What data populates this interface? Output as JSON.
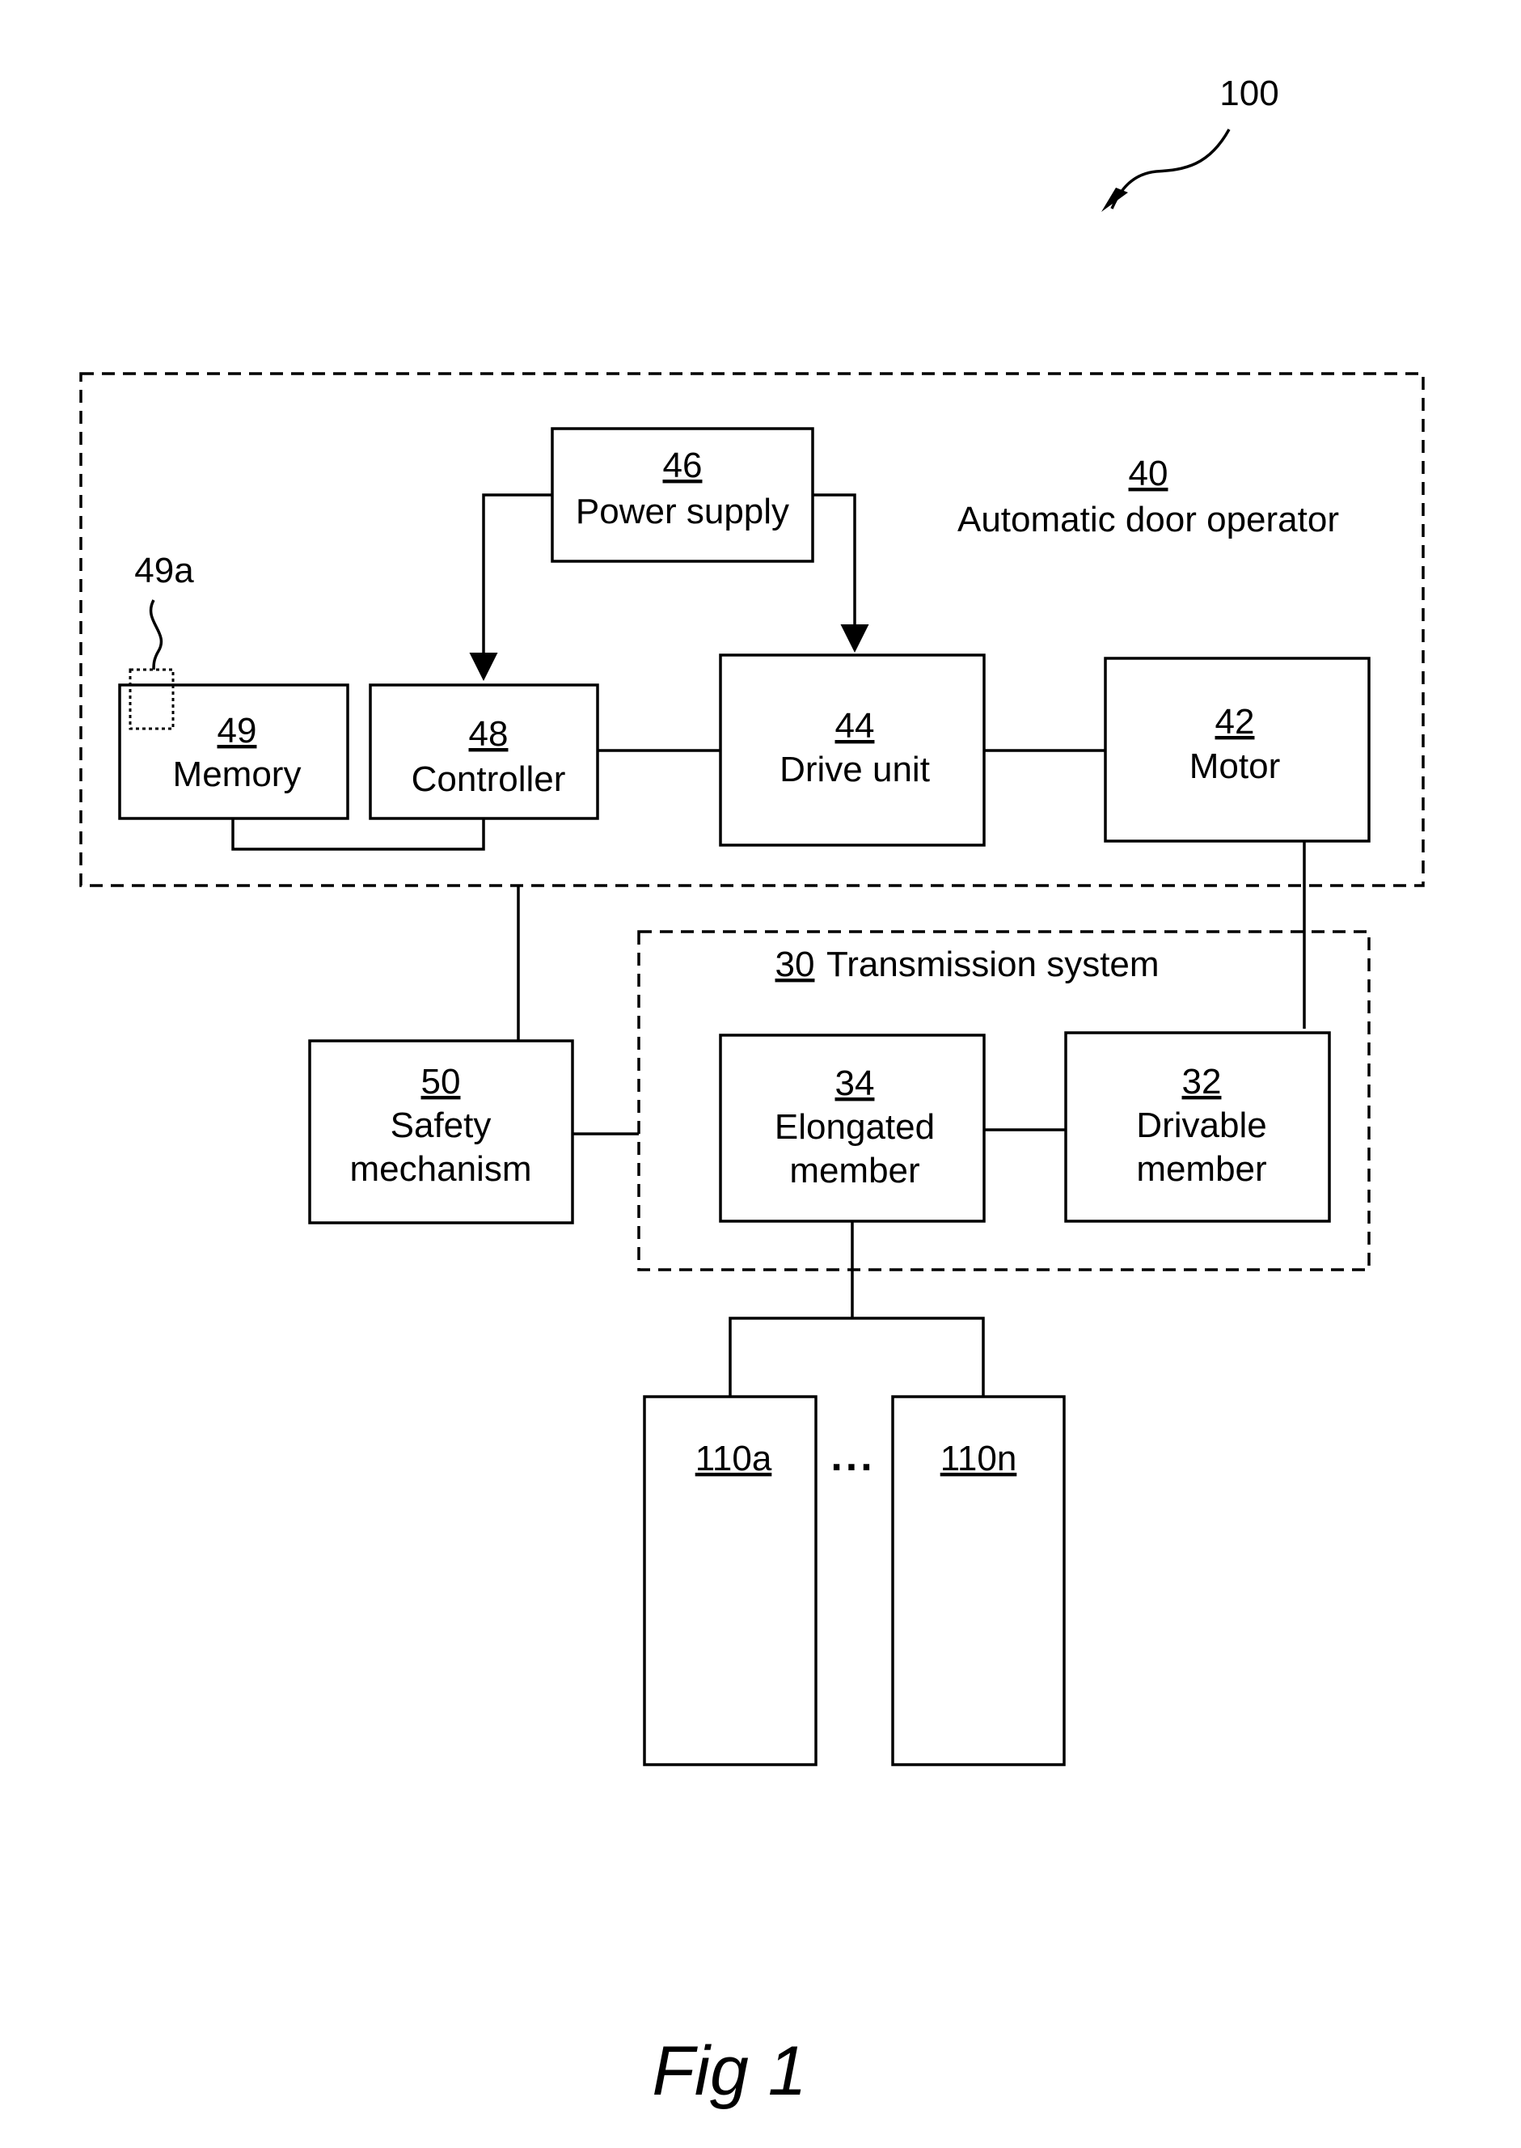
{
  "figure": {
    "number": "100",
    "caption": "Fig 1"
  },
  "operator": {
    "ref": "40",
    "label": "Automatic door operator"
  },
  "power_supply": {
    "ref": "46",
    "label": "Power supply"
  },
  "memory": {
    "ref": "49",
    "label": "Memory",
    "sub_ref": "49a"
  },
  "controller": {
    "ref": "48",
    "label": "Controller"
  },
  "drive_unit": {
    "ref": "44",
    "label": "Drive unit"
  },
  "motor": {
    "ref": "42",
    "label": "Motor"
  },
  "transmission": {
    "ref": "30",
    "label": "Transmission system"
  },
  "safety": {
    "ref": "50",
    "line1": "Safety",
    "line2": "mechanism"
  },
  "elongated": {
    "ref": "34",
    "line1": "Elongated",
    "line2": "member"
  },
  "drivable": {
    "ref": "32",
    "line1": "Drivable",
    "line2": "member"
  },
  "doors": {
    "first": "110a",
    "ellipsis": "...",
    "last": "110n"
  }
}
